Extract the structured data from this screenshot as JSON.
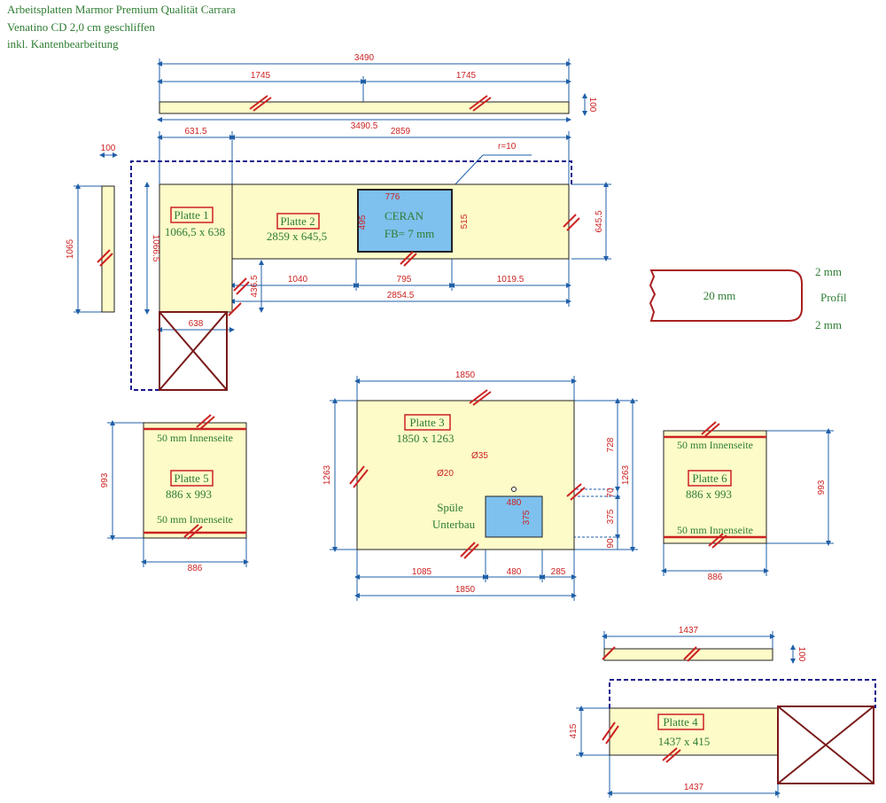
{
  "header": {
    "line1": "Arbeitsplatten Marmor Premium Qualität Carrara",
    "line2": "Venatino CD 2,0 cm geschliffen",
    "line3": "inkl. Kantenbearbeitung"
  },
  "strip_top": {
    "total": "3490",
    "left": "1745",
    "right": "1745",
    "height": "100",
    "below": "3490.5"
  },
  "strip_side": {
    "width": "100",
    "length": "1065"
  },
  "plate1": {
    "name": "Platte 1",
    "size": "1066,5 x 638",
    "dim_top": "631.5",
    "dim_side": "1066.5",
    "dim_bottom": "638"
  },
  "plate2": {
    "name": "Platte 2",
    "size": "2859 x 645,5",
    "dim_top": "2859",
    "dim_right": "645.5",
    "dim_436": "436.5",
    "dim_1040": "1040",
    "dim_795": "795",
    "dim_1019": "1019.5",
    "dim_total": "2854.5"
  },
  "ceran": {
    "label1": "CERAN",
    "label2": "FB= 7 mm",
    "width": "776",
    "height_in": "495",
    "height_out": "515",
    "radius": "r=10"
  },
  "profile": {
    "center": "20 mm",
    "top": "2 mm",
    "side": "Profil",
    "bottom": "2 mm"
  },
  "plate3": {
    "name": "Platte 3",
    "size": "1850 x 1263",
    "width": "1850",
    "height": "1263",
    "d35": "Ø35",
    "d20": "Ø20",
    "sink1": "Spüle",
    "sink2": "Unterbau",
    "sink_w": "480",
    "sink_h": "375",
    "r728": "728",
    "r70": "70",
    "r375": "375",
    "r90": "90",
    "b1085": "1085",
    "b480": "480",
    "b285": "285",
    "b1850": "1850"
  },
  "plate5": {
    "name": "Platte 5",
    "size": "886 x 993",
    "inner_top": "50 mm Innenseite",
    "inner_bottom": "50 mm Innenseite",
    "width": "886",
    "height": "993"
  },
  "plate6": {
    "name": "Platte 6",
    "size": "886 x 993",
    "inner_top": "50 mm Innenseite",
    "inner_bottom": "50 mm Innenseite",
    "width": "886",
    "height": "993"
  },
  "plate4": {
    "name": "Platte 4",
    "size": "1437 x 415",
    "strip_w": "1437",
    "strip_h": "100",
    "height": "415",
    "width": "1437"
  },
  "colors": {
    "plate_fill": "#fdfbc8",
    "sink_fill": "#7ec0ee",
    "dim_line": "#1f5fa8",
    "red": "#cc2222",
    "dark_red": "#7a1a1a",
    "text_green": "#2e7d32",
    "outline_dash": "#1a1a8c"
  }
}
